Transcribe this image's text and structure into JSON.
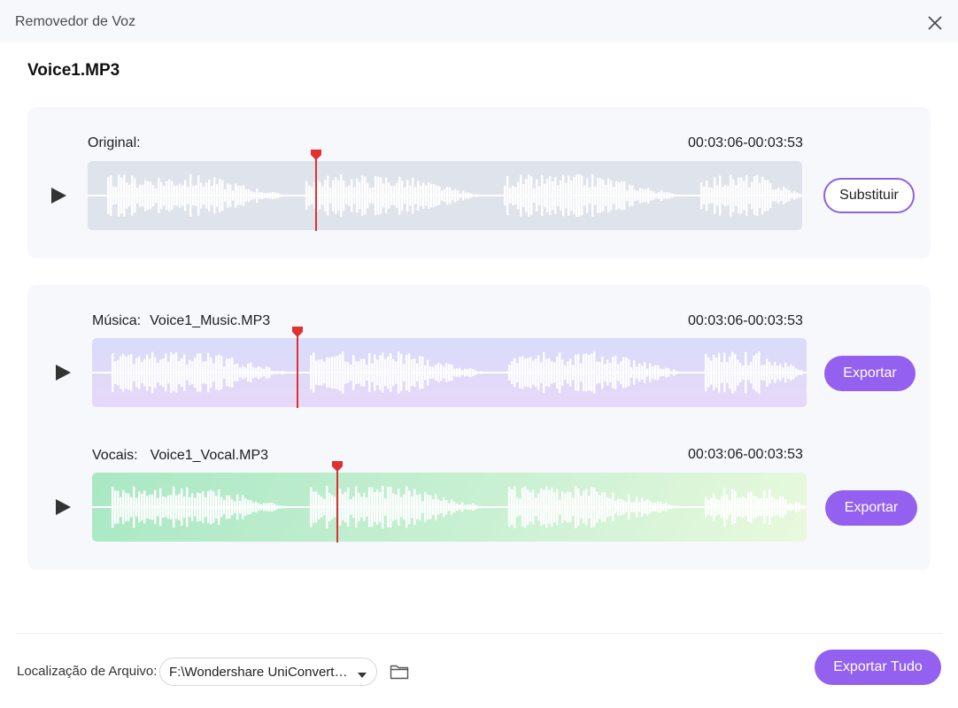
{
  "window": {
    "title": "Removedor de Voz",
    "close_icon": "close-icon"
  },
  "file": {
    "title": "Voice1.MP3"
  },
  "original": {
    "label": "Original:",
    "time_range": "00:03:06-00:03:53",
    "button_label": "Substituir"
  },
  "music": {
    "label": "Música:",
    "filename": "Voice1_Music.MP3",
    "time_range": "00:03:06-00:03:53",
    "button_label": "Exportar"
  },
  "vocal": {
    "label": "Vocais:",
    "filename": "Voice1_Vocal.MP3",
    "time_range": "00:03:06-00:03:53",
    "button_label": "Exportar"
  },
  "footer": {
    "location_label": "Localização de Arquivo:",
    "location_value": "F:\\Wondershare UniConverte...",
    "export_all_label": "Exportar Tudo"
  },
  "colors": {
    "accent": "#9460f0",
    "playhead": "#e03131"
  }
}
